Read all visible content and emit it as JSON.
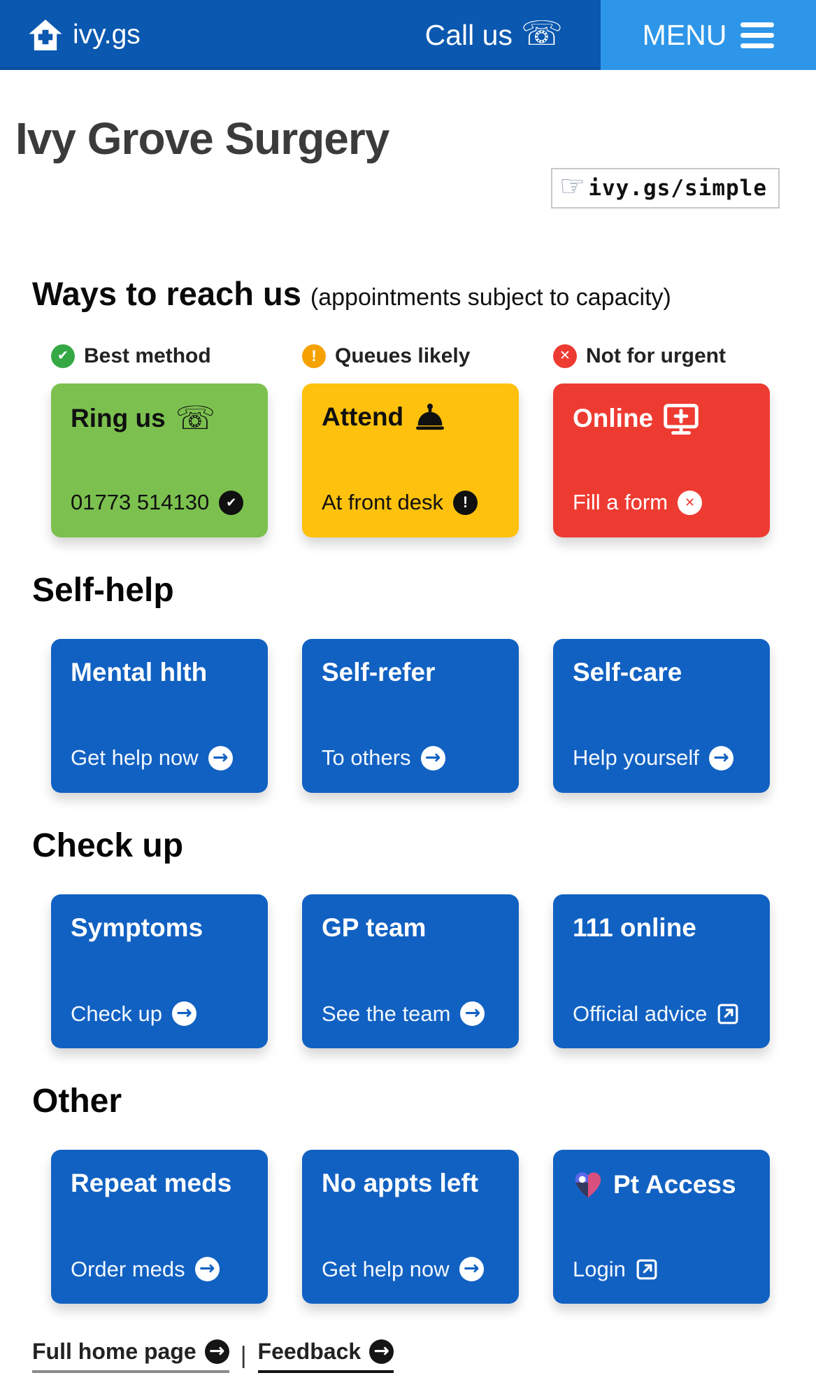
{
  "header": {
    "brand": "ivy.gs",
    "call_label": "Call us",
    "menu_label": "MENU"
  },
  "title": {
    "text": "Ivy Grove Surgery",
    "chip": "ivy.gs/simple"
  },
  "ways": {
    "heading": "Ways to reach us",
    "note": "(appointments subject to capacity)",
    "badges": [
      {
        "label": "Best method",
        "icon": "check-circle",
        "color": "#35a845"
      },
      {
        "label": "Queues likely",
        "icon": "exclaim-circle",
        "color": "#f5a200"
      },
      {
        "label": "Not for urgent",
        "icon": "cross-circle",
        "color": "#ee3b31"
      }
    ],
    "cards": [
      {
        "title": "Ring us",
        "icon": "phone-icon",
        "sub": "01773 514130",
        "sub_icon": "check-circle",
        "bg": "#7cc14f"
      },
      {
        "title": "Attend",
        "icon": "service-bell-icon",
        "sub": "At front desk",
        "sub_icon": "exclaim-circle",
        "bg": "#fec10d"
      },
      {
        "title": "Online",
        "icon": "monitor-plus-icon",
        "sub": "Fill a form",
        "sub_icon": "cross-circle",
        "bg": "#ee3b31"
      }
    ]
  },
  "sections": [
    {
      "heading": "Self-help",
      "cards": [
        {
          "title": "Mental hlth",
          "sub": "Get help now",
          "sub_icon": "arrow-circle"
        },
        {
          "title": "Self-refer",
          "sub": "To others",
          "sub_icon": "arrow-circle"
        },
        {
          "title": "Self-care",
          "sub": "Help yourself",
          "sub_icon": "arrow-circle"
        }
      ]
    },
    {
      "heading": "Check up",
      "cards": [
        {
          "title": "Symptoms",
          "sub": "Check up",
          "sub_icon": "arrow-circle"
        },
        {
          "title": "GP team",
          "sub": "See the team",
          "sub_icon": "arrow-circle"
        },
        {
          "title": "111 online",
          "sub": "Official advice",
          "sub_icon": "external-link"
        }
      ]
    },
    {
      "heading": "Other",
      "cards": [
        {
          "title": "Repeat meds",
          "sub": "Order meds",
          "sub_icon": "arrow-circle"
        },
        {
          "title": "No appts left",
          "sub": "Get help now",
          "sub_icon": "arrow-circle"
        },
        {
          "title": "Pt Access",
          "title_icon": "patient-access-heart-logo",
          "sub": "Login",
          "sub_icon": "external-link"
        }
      ]
    }
  ],
  "footer": {
    "separator": "|",
    "links": [
      {
        "label": "Full home page"
      },
      {
        "label": "Feedback"
      }
    ]
  },
  "glyphs": {
    "check": "✔",
    "exclaim": "!",
    "cross": "✕",
    "arrow": "→",
    "phone": "☏",
    "hand": "☞"
  },
  "colors": {
    "header_blue": "#0a58af",
    "menu_blue": "#2d96e9",
    "card_blue": "#1161c2",
    "card_green": "#7cc14f",
    "card_yellow": "#fec10d",
    "card_red": "#ee3b31"
  }
}
